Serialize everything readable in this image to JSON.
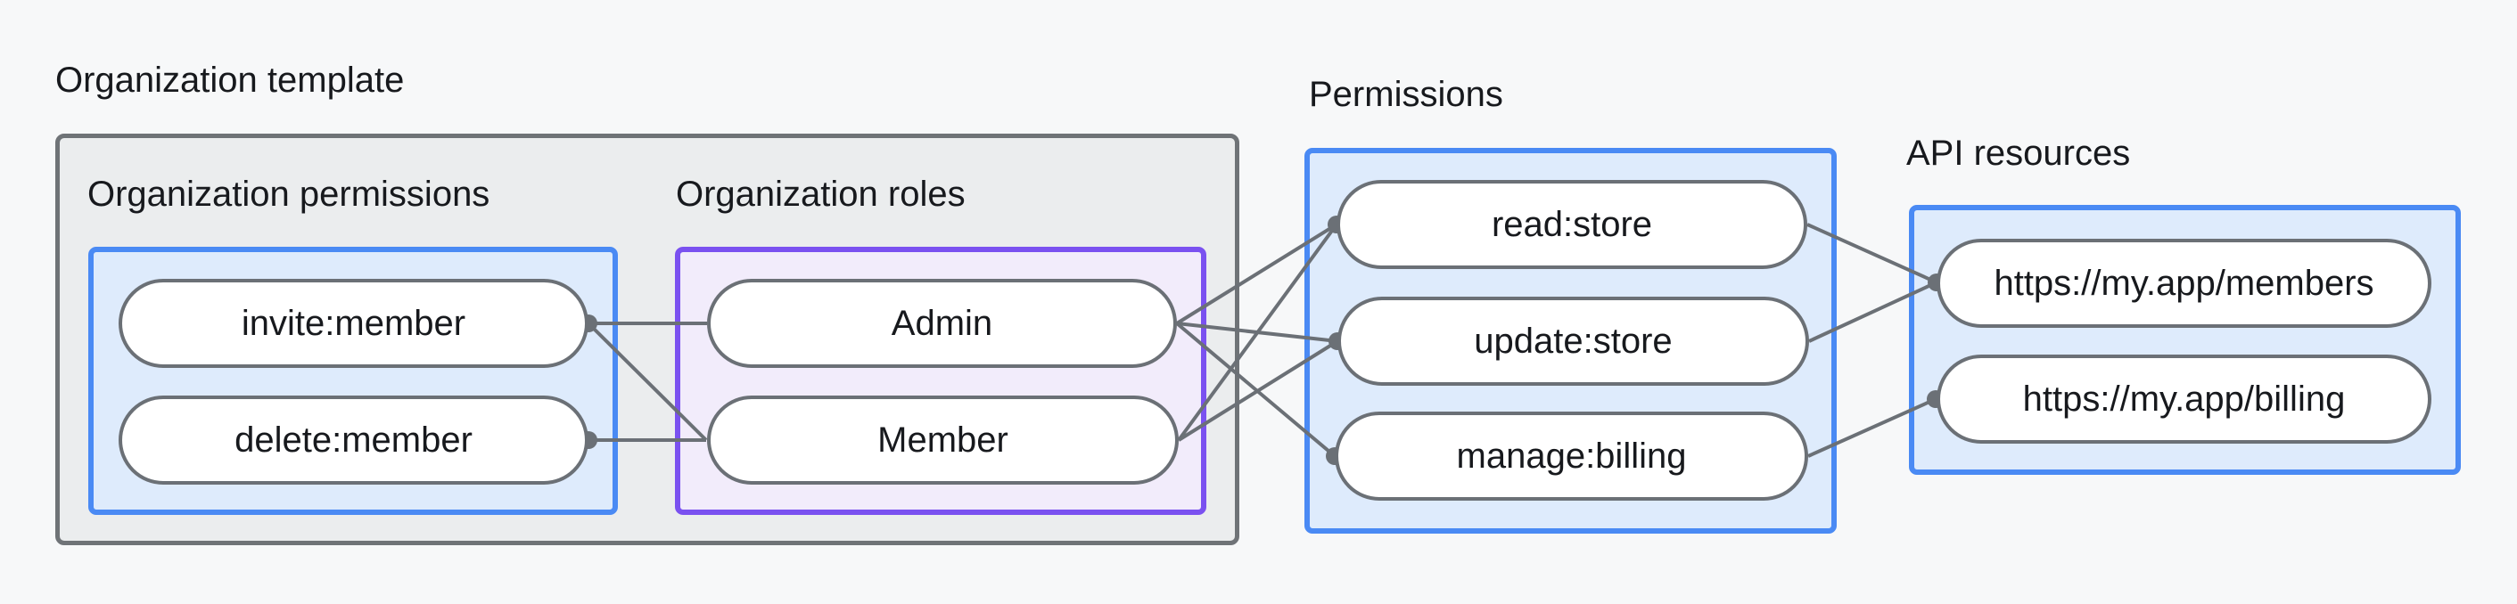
{
  "colors": {
    "background": "#f7f8f9",
    "container-fill": "#ebedee",
    "container-border": "#6f7377",
    "blue-fill": "#deebfc",
    "blue-border": "#4a8af4",
    "purple-fill": "#f2ecfb",
    "purple-border": "#7a51f0",
    "pill-fill": "#ffffff",
    "pill-border": "#6b7076",
    "line": "#6b7076",
    "text": "#17191d"
  },
  "labels": {
    "organization_template": "Organization template",
    "organization_permissions": "Organization permissions",
    "organization_roles": "Organization roles",
    "permissions": "Permissions",
    "api_resources": "API resources"
  },
  "nodes": {
    "org_permissions": [
      "invite:member",
      "delete:member"
    ],
    "org_roles": [
      "Admin",
      "Member"
    ],
    "permissions": [
      "read:store",
      "update:store",
      "manage:billing"
    ],
    "api_resources": [
      "https://my.app/members",
      "https://my.app/billing"
    ]
  },
  "edges": [
    {
      "from": "invite:member",
      "to": "Admin"
    },
    {
      "from": "invite:member",
      "to": "Member"
    },
    {
      "from": "delete:member",
      "to": "Member"
    },
    {
      "from": "Admin",
      "to": "read:store"
    },
    {
      "from": "Admin",
      "to": "update:store"
    },
    {
      "from": "Admin",
      "to": "manage:billing"
    },
    {
      "from": "Member",
      "to": "read:store"
    },
    {
      "from": "Member",
      "to": "update:store"
    },
    {
      "from": "read:store",
      "to": "https://my.app/members"
    },
    {
      "from": "update:store",
      "to": "https://my.app/members"
    },
    {
      "from": "manage:billing",
      "to": "https://my.app/billing"
    }
  ]
}
